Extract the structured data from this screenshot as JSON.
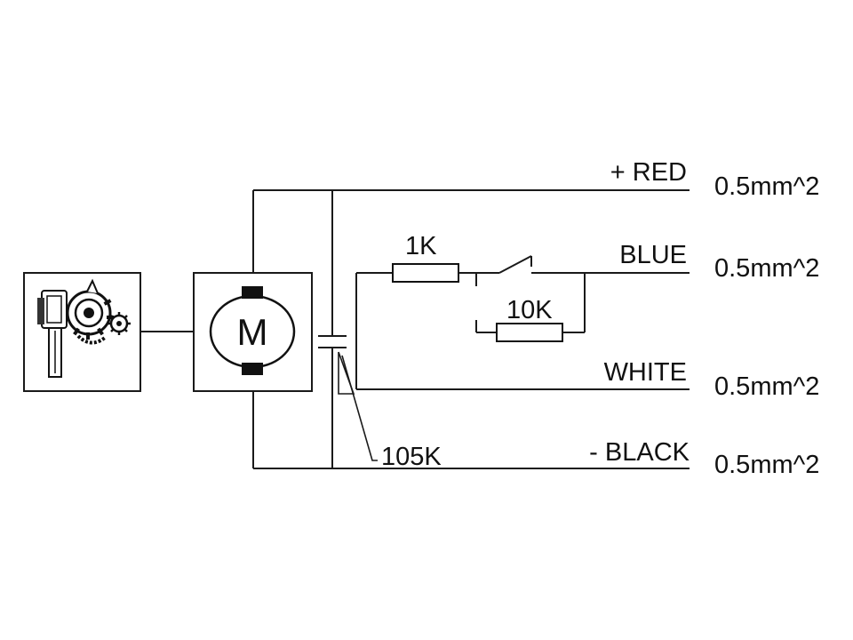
{
  "motor": {
    "letter": "M"
  },
  "wires": [
    {
      "label": "+ RED",
      "gauge": "0.5mm^2"
    },
    {
      "label": "BLUE",
      "gauge": "0.5mm^2"
    },
    {
      "label": "WHITE",
      "gauge": "0.5mm^2"
    },
    {
      "label": "- BLACK",
      "gauge": "0.5mm^2"
    }
  ],
  "components": {
    "resistor_1": "1K",
    "resistor_2": "10K",
    "capacitor": "105K"
  },
  "icons": {
    "gearbox": "gear-mechanism-icon",
    "switch": "switch-icon"
  }
}
